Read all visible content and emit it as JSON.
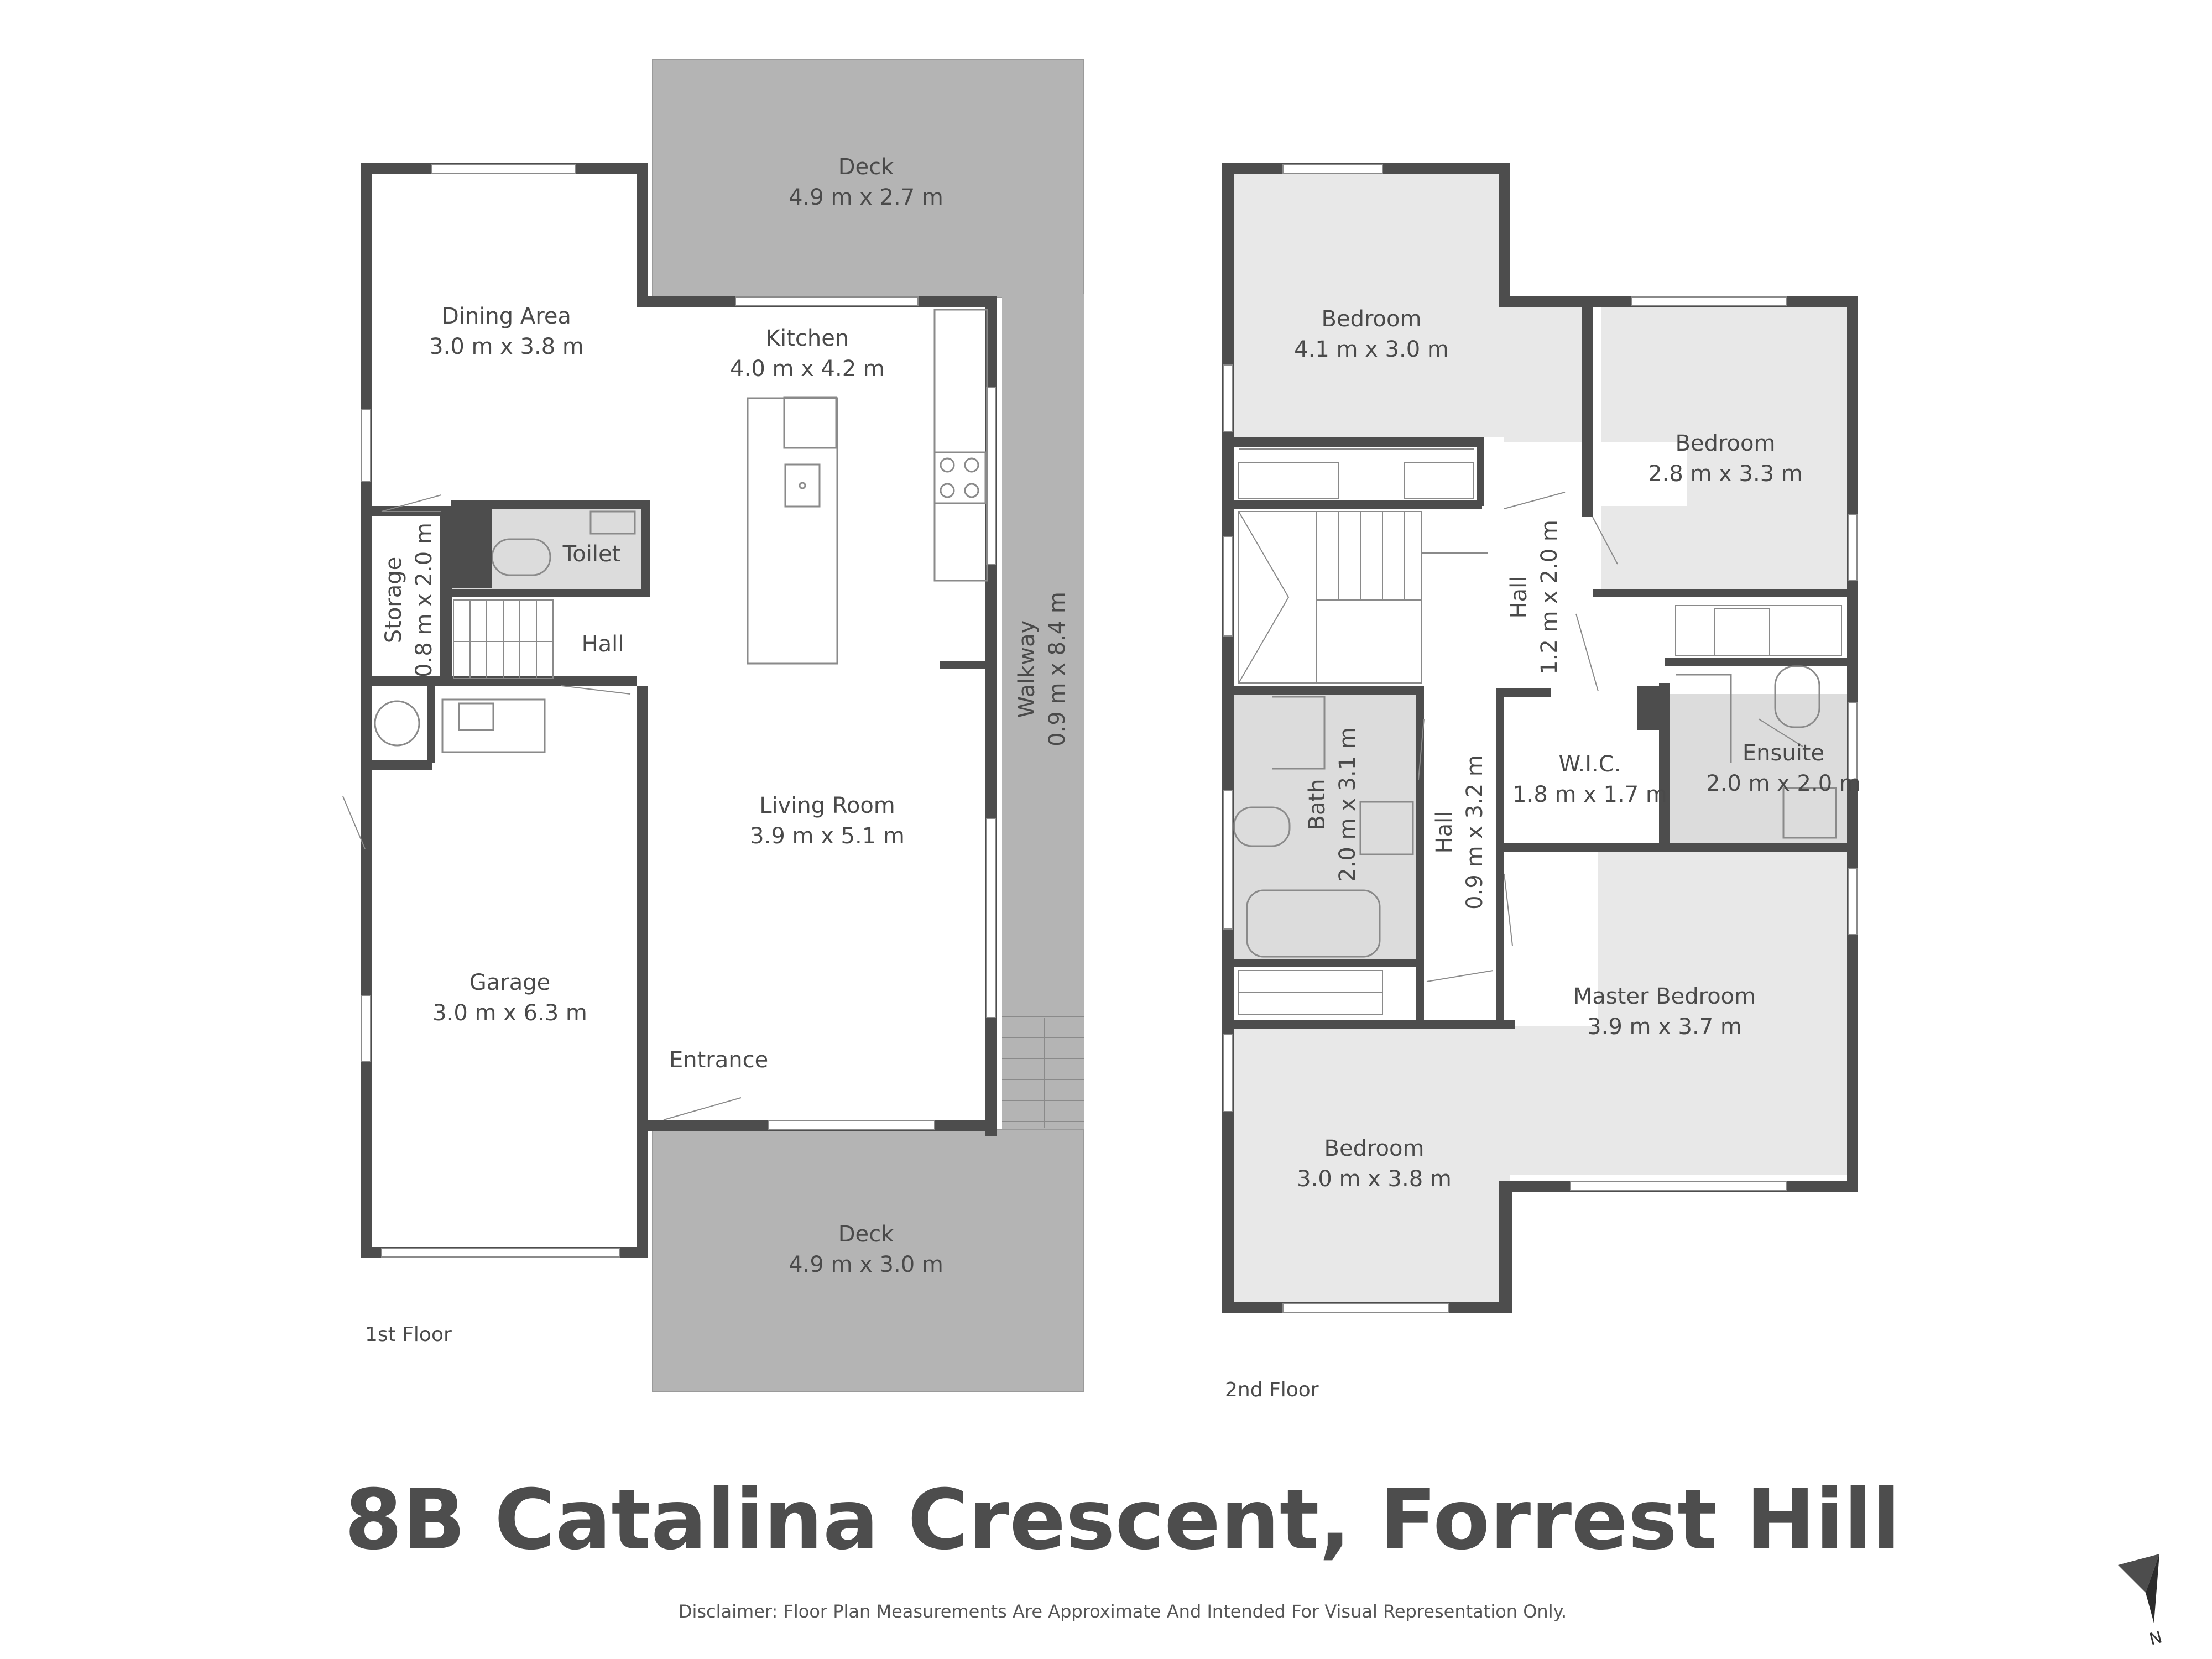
{
  "title": "8B Catalina Crescent, Forrest Hill",
  "disclaimer": "Disclaimer: Floor Plan Measurements Are Approximate And Intended For Visual Representation Only.",
  "compass": "N",
  "colors": {
    "wall": "#4d4d4d",
    "deck": "#b4b4b4",
    "room": "#e8e8e8",
    "wet": "#dcdcdc",
    "floor": "#ffffff"
  },
  "floors": [
    {
      "label": "1st Floor",
      "rooms": [
        {
          "name": "Deck",
          "dim": "4.9 m x 2.7 m"
        },
        {
          "name": "Dining Area",
          "dim": "3.0 m x 3.8 m"
        },
        {
          "name": "Kitchen",
          "dim": "4.0 m x 4.2 m"
        },
        {
          "name": "Toilet",
          "dim": ""
        },
        {
          "name": "Storage",
          "dim": "0.8 m x 2.0 m"
        },
        {
          "name": "Hall",
          "dim": ""
        },
        {
          "name": "Walkway",
          "dim": "0.9 m x 8.4 m"
        },
        {
          "name": "Living Room",
          "dim": "3.9 m x 5.1 m"
        },
        {
          "name": "Garage",
          "dim": "3.0 m x 6.3 m"
        },
        {
          "name": "Entrance",
          "dim": ""
        },
        {
          "name": "Deck",
          "dim": "4.9 m x 3.0 m"
        }
      ]
    },
    {
      "label": "2nd Floor",
      "rooms": [
        {
          "name": "Bedroom",
          "dim": "4.1 m x 3.0 m"
        },
        {
          "name": "Bedroom",
          "dim": "2.8 m x 3.3 m"
        },
        {
          "name": "Hall",
          "dim": "1.2 m x 2.0 m"
        },
        {
          "name": "Bath",
          "dim": "2.0 m x 3.1 m"
        },
        {
          "name": "Hall",
          "dim": "0.9 m x 3.2 m"
        },
        {
          "name": "W.I.C.",
          "dim": "1.8 m x 1.7 m"
        },
        {
          "name": "Ensuite",
          "dim": "2.0 m x 2.0 m"
        },
        {
          "name": "Master Bedroom",
          "dim": "3.9 m x 3.7 m"
        },
        {
          "name": "Bedroom",
          "dim": "3.0 m x 3.8 m"
        }
      ]
    }
  ]
}
